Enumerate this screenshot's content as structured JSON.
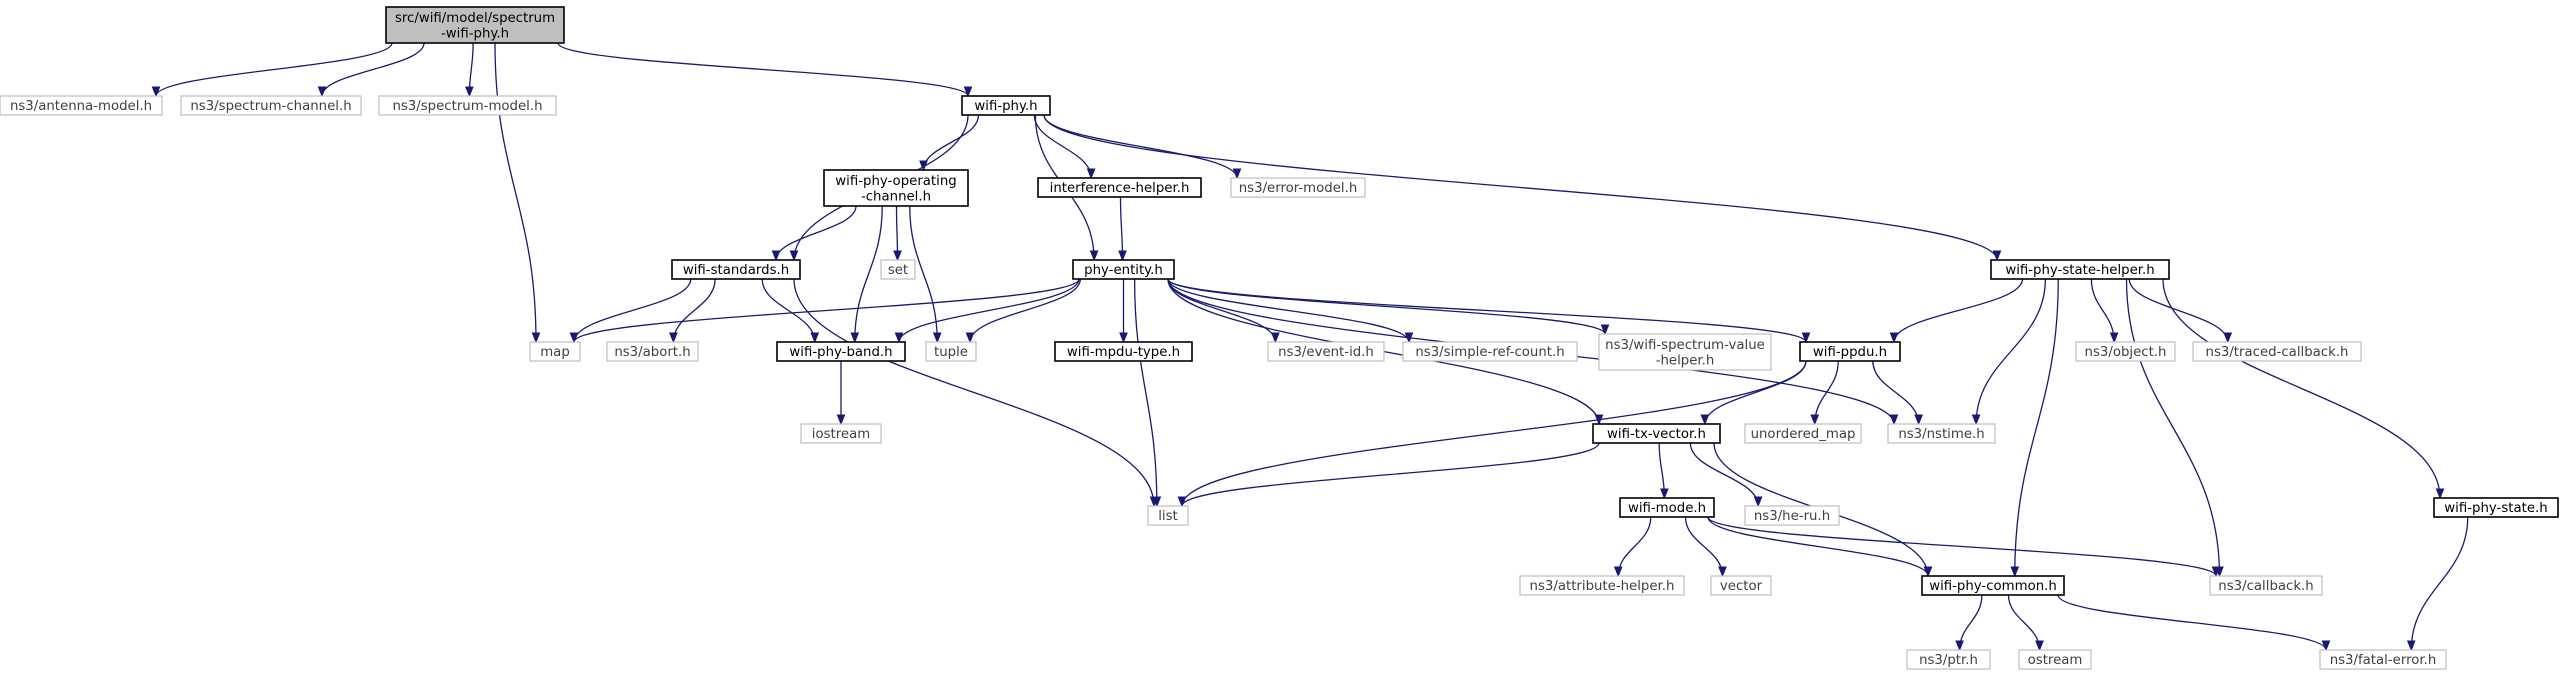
{
  "graph": {
    "root": "spectrum-wifi-phy",
    "nodes": [
      {
        "id": "spectrum-wifi-phy",
        "lines": [
          "src/wifi/model/spectrum",
          "-wifi-phy.h"
        ],
        "kind": "root"
      },
      {
        "id": "antenna-model",
        "lines": [
          "ns3/antenna-model.h"
        ],
        "kind": "external"
      },
      {
        "id": "spectrum-channel",
        "lines": [
          "ns3/spectrum-channel.h"
        ],
        "kind": "external"
      },
      {
        "id": "spectrum-model",
        "lines": [
          "ns3/spectrum-model.h"
        ],
        "kind": "external"
      },
      {
        "id": "wifi-phy",
        "lines": [
          "wifi-phy.h"
        ],
        "kind": "local"
      },
      {
        "id": "map",
        "lines": [
          "map"
        ],
        "kind": "external"
      },
      {
        "id": "wifi-phy-operating-channel",
        "lines": [
          "wifi-phy-operating",
          "-channel.h"
        ],
        "kind": "local"
      },
      {
        "id": "interference-helper",
        "lines": [
          "interference-helper.h"
        ],
        "kind": "local"
      },
      {
        "id": "error-model",
        "lines": [
          "ns3/error-model.h"
        ],
        "kind": "external"
      },
      {
        "id": "wifi-phy-state-helper",
        "lines": [
          "wifi-phy-state-helper.h"
        ],
        "kind": "local"
      },
      {
        "id": "wifi-standards",
        "lines": [
          "wifi-standards.h"
        ],
        "kind": "local"
      },
      {
        "id": "set",
        "lines": [
          "set"
        ],
        "kind": "external"
      },
      {
        "id": "phy-entity",
        "lines": [
          "phy-entity.h"
        ],
        "kind": "local"
      },
      {
        "id": "abort",
        "lines": [
          "ns3/abort.h"
        ],
        "kind": "external"
      },
      {
        "id": "wifi-phy-band",
        "lines": [
          "wifi-phy-band.h"
        ],
        "kind": "local"
      },
      {
        "id": "tuple",
        "lines": [
          "tuple"
        ],
        "kind": "external"
      },
      {
        "id": "wifi-mpdu-type",
        "lines": [
          "wifi-mpdu-type.h"
        ],
        "kind": "local"
      },
      {
        "id": "event-id",
        "lines": [
          "ns3/event-id.h"
        ],
        "kind": "external"
      },
      {
        "id": "simple-ref-count",
        "lines": [
          "ns3/simple-ref-count.h"
        ],
        "kind": "external"
      },
      {
        "id": "wifi-spectrum-value-helper",
        "lines": [
          "ns3/wifi-spectrum-value",
          "-helper.h"
        ],
        "kind": "external"
      },
      {
        "id": "wifi-ppdu",
        "lines": [
          "wifi-ppdu.h"
        ],
        "kind": "local"
      },
      {
        "id": "object",
        "lines": [
          "ns3/object.h"
        ],
        "kind": "external"
      },
      {
        "id": "traced-callback",
        "lines": [
          "ns3/traced-callback.h"
        ],
        "kind": "external"
      },
      {
        "id": "iostream",
        "lines": [
          "iostream"
        ],
        "kind": "external"
      },
      {
        "id": "unordered-map",
        "lines": [
          "unordered_map"
        ],
        "kind": "external"
      },
      {
        "id": "nstime",
        "lines": [
          "ns3/nstime.h"
        ],
        "kind": "external"
      },
      {
        "id": "wifi-tx-vector",
        "lines": [
          "wifi-tx-vector.h"
        ],
        "kind": "local"
      },
      {
        "id": "list",
        "lines": [
          "list"
        ],
        "kind": "external"
      },
      {
        "id": "he-ru",
        "lines": [
          "ns3/he-ru.h"
        ],
        "kind": "external"
      },
      {
        "id": "wifi-mode",
        "lines": [
          "wifi-mode.h"
        ],
        "kind": "local"
      },
      {
        "id": "wifi-phy-state",
        "lines": [
          "wifi-phy-state.h"
        ],
        "kind": "local"
      },
      {
        "id": "attribute-helper",
        "lines": [
          "ns3/attribute-helper.h"
        ],
        "kind": "external"
      },
      {
        "id": "vector",
        "lines": [
          "vector"
        ],
        "kind": "external"
      },
      {
        "id": "wifi-phy-common",
        "lines": [
          "wifi-phy-common.h"
        ],
        "kind": "local"
      },
      {
        "id": "callback",
        "lines": [
          "ns3/callback.h"
        ],
        "kind": "external"
      },
      {
        "id": "ptr",
        "lines": [
          "ns3/ptr.h"
        ],
        "kind": "external"
      },
      {
        "id": "ostream",
        "lines": [
          "ostream"
        ],
        "kind": "external"
      },
      {
        "id": "fatal-error",
        "lines": [
          "ns3/fatal-error.h"
        ],
        "kind": "external"
      }
    ],
    "edges": [
      [
        "spectrum-wifi-phy",
        "antenna-model"
      ],
      [
        "spectrum-wifi-phy",
        "spectrum-channel"
      ],
      [
        "spectrum-wifi-phy",
        "spectrum-model"
      ],
      [
        "spectrum-wifi-phy",
        "wifi-phy"
      ],
      [
        "spectrum-wifi-phy",
        "map"
      ],
      [
        "wifi-phy",
        "wifi-standards"
      ],
      [
        "wifi-phy",
        "wifi-phy-operating-channel"
      ],
      [
        "wifi-phy",
        "phy-entity"
      ],
      [
        "wifi-phy",
        "interference-helper"
      ],
      [
        "wifi-phy",
        "error-model"
      ],
      [
        "wifi-phy",
        "wifi-phy-state-helper"
      ],
      [
        "wifi-phy-operating-channel",
        "wifi-standards"
      ],
      [
        "wifi-phy-operating-channel",
        "set"
      ],
      [
        "wifi-phy-operating-channel",
        "wifi-phy-band"
      ],
      [
        "wifi-phy-operating-channel",
        "tuple"
      ],
      [
        "interference-helper",
        "phy-entity"
      ],
      [
        "wifi-standards",
        "map"
      ],
      [
        "wifi-standards",
        "abort"
      ],
      [
        "wifi-standards",
        "wifi-phy-band"
      ],
      [
        "wifi-standards",
        "list"
      ],
      [
        "phy-entity",
        "map"
      ],
      [
        "phy-entity",
        "wifi-phy-band"
      ],
      [
        "phy-entity",
        "tuple"
      ],
      [
        "phy-entity",
        "wifi-mpdu-type"
      ],
      [
        "phy-entity",
        "event-id"
      ],
      [
        "phy-entity",
        "simple-ref-count"
      ],
      [
        "phy-entity",
        "wifi-spectrum-value-helper"
      ],
      [
        "phy-entity",
        "wifi-ppdu"
      ],
      [
        "phy-entity",
        "nstime"
      ],
      [
        "phy-entity",
        "wifi-tx-vector"
      ],
      [
        "phy-entity",
        "list"
      ],
      [
        "wifi-phy-band",
        "iostream"
      ],
      [
        "wifi-phy-state-helper",
        "wifi-ppdu"
      ],
      [
        "wifi-phy-state-helper",
        "nstime"
      ],
      [
        "wifi-phy-state-helper",
        "object"
      ],
      [
        "wifi-phy-state-helper",
        "traced-callback"
      ],
      [
        "wifi-phy-state-helper",
        "wifi-phy-common"
      ],
      [
        "wifi-phy-state-helper",
        "callback"
      ],
      [
        "wifi-phy-state-helper",
        "wifi-phy-state"
      ],
      [
        "wifi-ppdu",
        "list"
      ],
      [
        "wifi-ppdu",
        "wifi-tx-vector"
      ],
      [
        "wifi-ppdu",
        "unordered-map"
      ],
      [
        "wifi-ppdu",
        "nstime"
      ],
      [
        "wifi-tx-vector",
        "list"
      ],
      [
        "wifi-tx-vector",
        "wifi-mode"
      ],
      [
        "wifi-tx-vector",
        "he-ru"
      ],
      [
        "wifi-tx-vector",
        "wifi-phy-common"
      ],
      [
        "wifi-mode",
        "attribute-helper"
      ],
      [
        "wifi-mode",
        "vector"
      ],
      [
        "wifi-mode",
        "wifi-phy-common"
      ],
      [
        "wifi-mode",
        "callback"
      ],
      [
        "wifi-phy-common",
        "ptr"
      ],
      [
        "wifi-phy-common",
        "ostream"
      ],
      [
        "wifi-phy-common",
        "fatal-error"
      ],
      [
        "wifi-phy-state",
        "fatal-error"
      ]
    ]
  }
}
